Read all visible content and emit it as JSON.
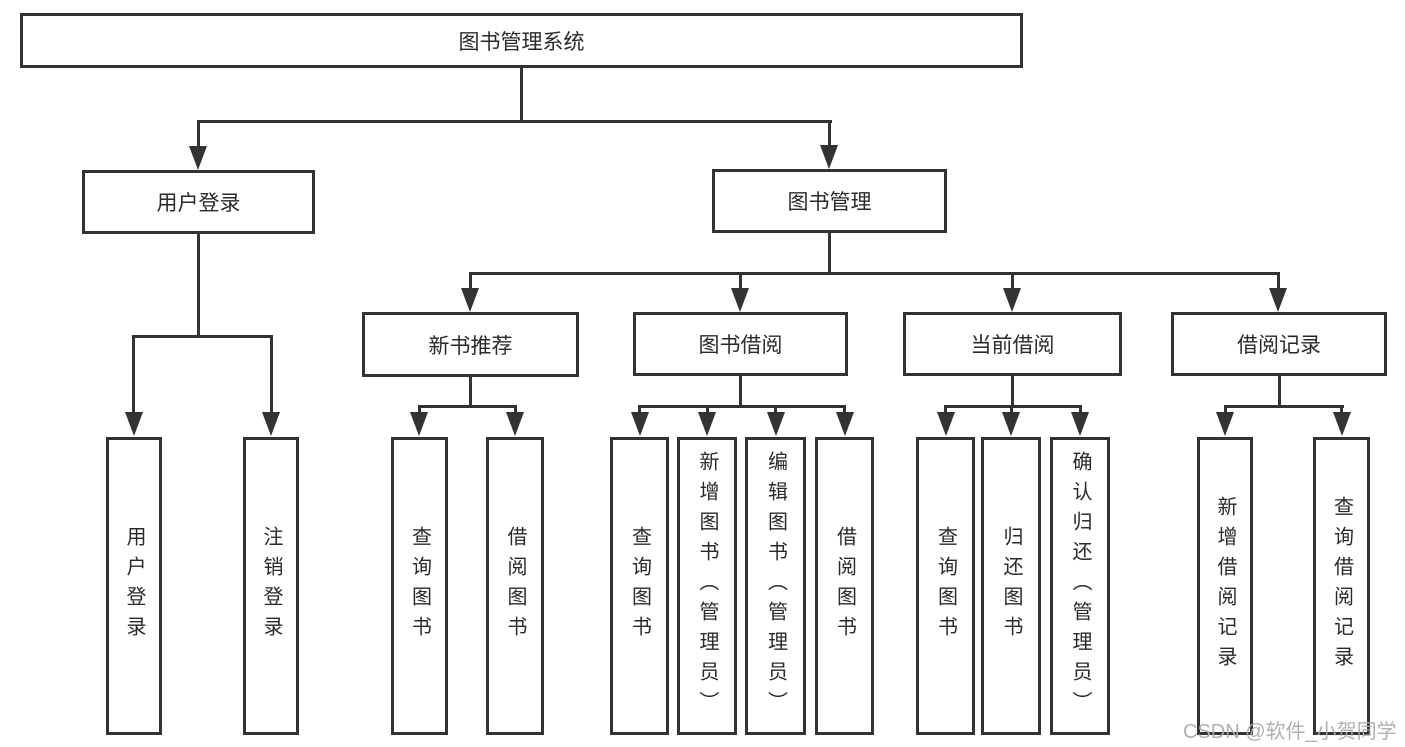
{
  "root": {
    "label": "图书管理系统"
  },
  "level2": [
    {
      "label": "用户登录"
    },
    {
      "label": "图书管理"
    }
  ],
  "level3": [
    {
      "label": "新书推荐"
    },
    {
      "label": "图书借阅"
    },
    {
      "label": "当前借阅"
    },
    {
      "label": "借阅记录"
    }
  ],
  "leaves": {
    "login": [
      "用户登录",
      "注销登录"
    ],
    "recommend": [
      "查询图书",
      "借阅图书"
    ],
    "borrow": [
      "查询图书",
      "新增图书（管理员）",
      "编辑图书（管理员）",
      "借阅图书"
    ],
    "current": [
      "查询图书",
      "归还图书",
      "确认归还（管理员）"
    ],
    "records": [
      "新增借阅记录",
      "查询借阅记录"
    ]
  },
  "watermark": "CSDN @软件_小贺同学",
  "colors": {
    "line": "#333333",
    "text": "#2a2a2a",
    "background": "#ffffff",
    "watermark": "#acacac"
  }
}
